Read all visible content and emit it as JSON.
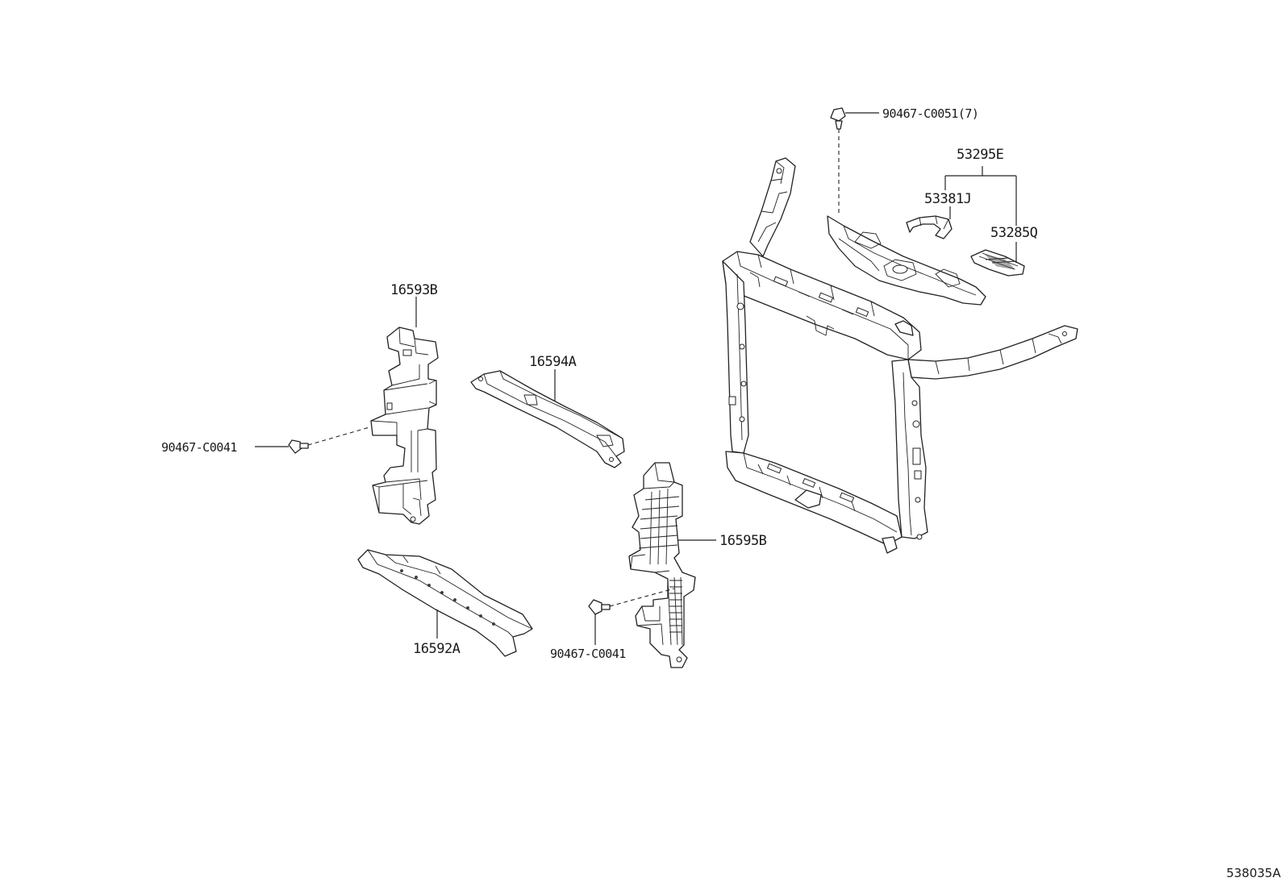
{
  "diagram": {
    "labels": {
      "p_16593B": "16593B",
      "p_16594A": "16594A",
      "p_16595B": "16595B",
      "p_16592A": "16592A",
      "p_90467_C0041_left": "90467-C0041",
      "p_90467_C0041_center": "90467-C0041",
      "p_90467_C0051": "90467-C0051(7)",
      "p_53295E": "53295E",
      "p_53381J": "53381J",
      "p_53285Q": "53285Q"
    },
    "diagram_code": "538035A",
    "colors": {
      "line": "#222222",
      "background": "#ffffff"
    }
  }
}
